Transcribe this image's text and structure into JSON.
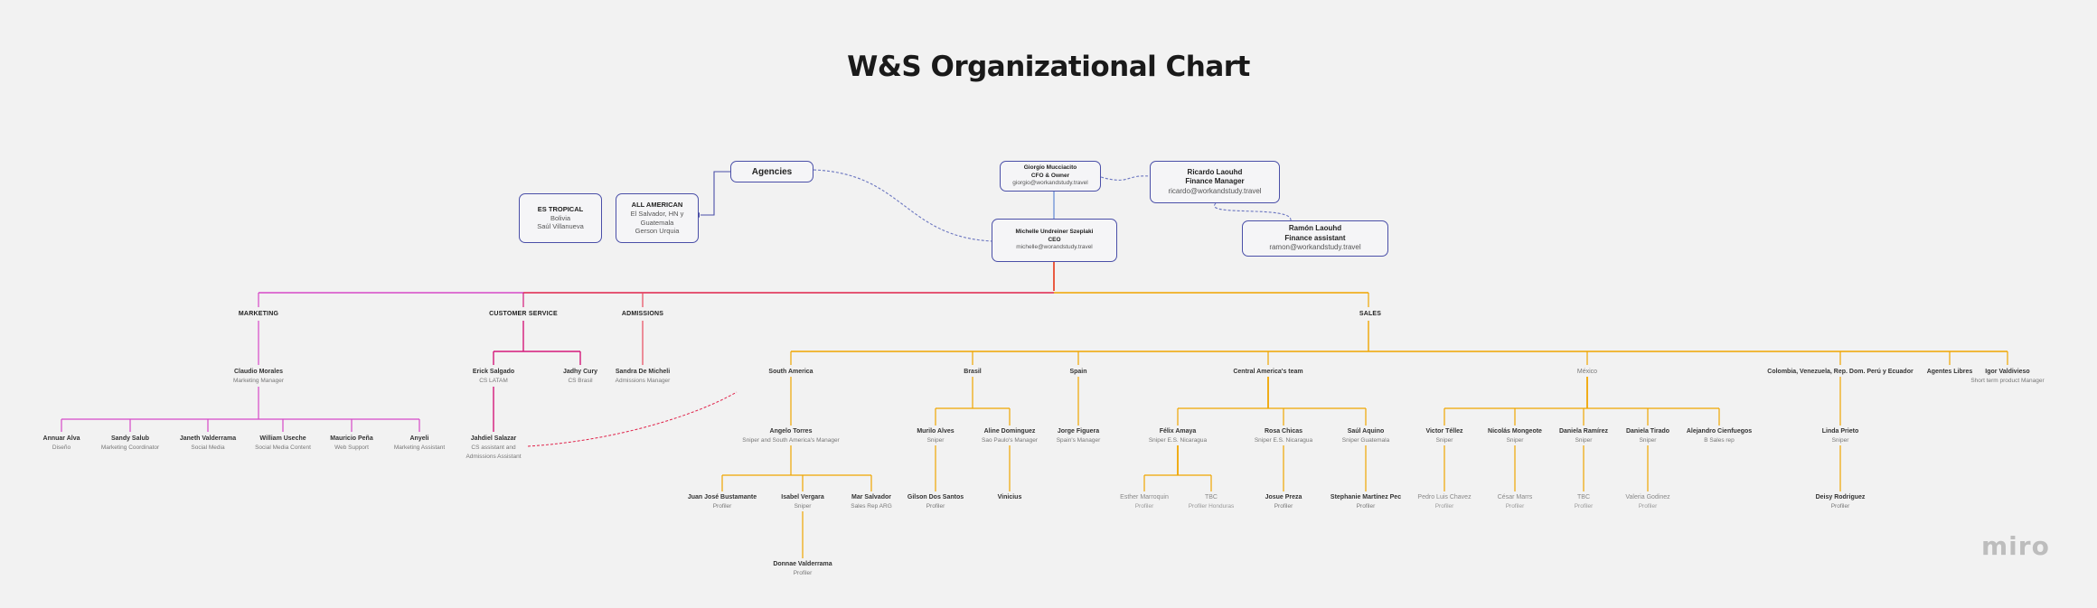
{
  "title": "W&S Organizational Chart",
  "boxes": {
    "agencies": {
      "name": "Agencies"
    },
    "es_tropical": {
      "name": "ES TROPICAL",
      "lines": [
        "Bolivia",
        "Saúl Villanueva"
      ]
    },
    "all_american": {
      "name": "ALL AMERICAN",
      "lines": [
        "El Salvador, HN y",
        "Guatemala",
        "Gerson Urquia"
      ]
    },
    "giorgio": {
      "name": "Giorgio Mucciacito",
      "lines": [
        "CFO & Owner",
        "giorgio@workandstudy.travel"
      ]
    },
    "michelle": {
      "name": "Michelle Undreiner Szeplaki",
      "lines": [
        "CEO",
        "michelle@worandstudy.travel"
      ]
    },
    "ricardo": {
      "name": "Ricardo Laouhd",
      "lines": [
        "Finance Manager",
        "ricardo@workandstudy.travel"
      ]
    },
    "ramon": {
      "name": "Ramón Laouhd",
      "lines": [
        "Finance assistant",
        "ramon@workandstudy.travel"
      ]
    }
  },
  "sections": {
    "marketing": "MARKETING",
    "customer_service": "CUSTOMER SERVICE",
    "admissions": "ADMISSIONS",
    "sales": "SALES"
  },
  "people": {
    "claudio": {
      "name": "Claudio Morales",
      "role": "Marketing Manager"
    },
    "annuar": {
      "name": "Annuar Alva",
      "role": "Diseño"
    },
    "sandy": {
      "name": "Sandy Salub",
      "role": "Marketing Coordinator"
    },
    "janeth": {
      "name": "Janeth Valderrama",
      "role": "Social Media"
    },
    "william": {
      "name": "William Useche",
      "role": "Social Media Content"
    },
    "mauricio": {
      "name": "Mauricio Peña",
      "role": "Web Support"
    },
    "anyeli": {
      "name": "Anyeli",
      "role": "Marketing Assistant"
    },
    "erick": {
      "name": "Erick Salgado",
      "role": "CS LATAM"
    },
    "jadhy": {
      "name": "Jadhy Cury",
      "role": "CS Brasil"
    },
    "jahdiel": {
      "name": "Jahdiel Salazar",
      "role": "CS assistant and",
      "role2": "Admissions Assistant"
    },
    "sandra": {
      "name": "Sandra De Micheli",
      "role": "Admissions Manager"
    },
    "south_america": {
      "name": "South America"
    },
    "brasil": {
      "name": "Brasil"
    },
    "spain": {
      "name": "Spain"
    },
    "central": {
      "name": "Central America's team"
    },
    "mexico": {
      "name": "México"
    },
    "colombia": {
      "name": "Colombia, Venezuela, Rep. Dom. Perú y Ecuador"
    },
    "agentes": {
      "name": "Agentes Libres"
    },
    "igor": {
      "name": "Igor Valdivieso",
      "role": "Short term product Manager"
    },
    "angelo": {
      "name": "Angelo Torres",
      "role": "Sniper and South America's Manager"
    },
    "juan": {
      "name": "Juan José Bustamante",
      "role": "Profiler"
    },
    "isabel": {
      "name": "Isabel Vergara",
      "role": "Sniper"
    },
    "mar": {
      "name": "Mar Salvador",
      "role": "Sales Rep ARG"
    },
    "donnae": {
      "name": "Donnae Valderrama",
      "role": "Profiler"
    },
    "murilo": {
      "name": "Murilo Alves",
      "role": "Sniper"
    },
    "aline": {
      "name": "Aline Dominguez",
      "role": "Sao Paulo's Manager"
    },
    "gilson": {
      "name": "Gilson Dos Santos",
      "role": "Profiler"
    },
    "vinicius": {
      "name": "Vinicius"
    },
    "jorge": {
      "name": "Jorge Figuera",
      "role": "Spain's Manager"
    },
    "felix": {
      "name": "Félix Amaya",
      "role": "Sniper E.S. Nicaragua"
    },
    "rosa": {
      "name": "Rosa Chicas",
      "role": "Sniper E.S. Nicaragua"
    },
    "saul": {
      "name": "Saúl Aquino",
      "role": "Sniper Guatemala"
    },
    "esther": {
      "name": "Esther Marroquin",
      "role": "Profiler"
    },
    "tbc_hn": {
      "name": "TBC",
      "role": "Profiler Honduras"
    },
    "josue": {
      "name": "Josue Preza",
      "role": "Profiler"
    },
    "stephanie": {
      "name": "Stephanie Martínez Pec",
      "role": "Profiler"
    },
    "victor": {
      "name": "Victor Téllez",
      "role": "Sniper"
    },
    "nicolas": {
      "name": "Nicolás Mongeote",
      "role": "Sniper"
    },
    "daniela_r": {
      "name": "Daniela Ramírez",
      "role": "Sniper"
    },
    "daniela_t": {
      "name": "Daniela Tirado",
      "role": "Sniper"
    },
    "alejandro": {
      "name": "Alejandro Cienfuegos",
      "role": "B Sales rep"
    },
    "pedro": {
      "name": "Pedro Luis Chavez",
      "role": "Profiler"
    },
    "cesar": {
      "name": "César Marrs",
      "role": "Profiler"
    },
    "tbc_mx": {
      "name": "TBC",
      "role": "Profiler"
    },
    "valeria": {
      "name": "Valeria Godinez",
      "role": "Profiler"
    },
    "linda": {
      "name": "Linda Prieto",
      "role": "Sniper"
    },
    "deisy": {
      "name": "Deisy Rodriguez",
      "role": "Profiler"
    }
  },
  "watermark": "miro",
  "colors": {
    "blue": "#4a4fa8",
    "marketing": "#d649c8",
    "customer_service": "#d4197a",
    "admissions": "#e8475c",
    "sales": "#f0a500",
    "ceo_line": "#e84a2f"
  }
}
